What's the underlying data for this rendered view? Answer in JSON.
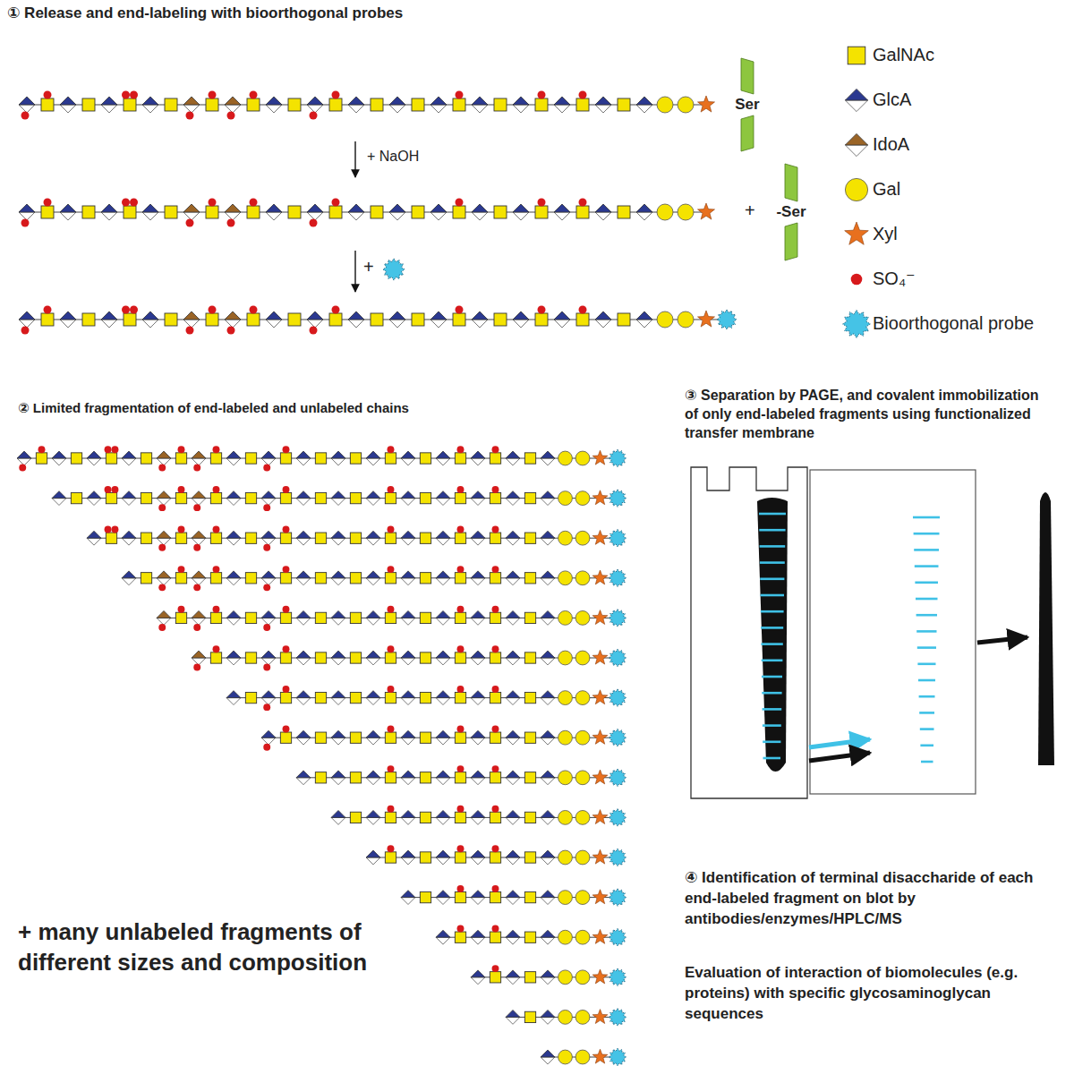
{
  "diagram": {
    "nodes": [
      {
        "text": [
          "Ser"
        ]
      },
      {
        "text": [
          "-Ser"
        ]
      }
    ],
    "labels": [
      "① Release and end-labeling with bioorthogonal probes",
      "+ NaOH",
      "+",
      "+",
      "② Limited fragmentation of end-labeled and unlabeled chains",
      "③ Separation by PAGE, and covalent immobilization of only end-labeled fragments using functionalized transfer membrane",
      "+ many unlabeled fragments of different sizes and composition",
      "④ Identification of terminal disaccharide of each end-labeled fragment on blot by antibodies/enzymes/HPLC/MS",
      "Evaluation of interaction of biomolecules (e.g. proteins) with specific glycosaminoglycan sequences"
    ],
    "legend": [
      {
        "text": "GalNAc"
      },
      {
        "text": "GlcA"
      },
      {
        "text": "IdoA"
      },
      {
        "text": "Gal"
      },
      {
        "text": "Xyl"
      },
      {
        "text": "SO₄⁻"
      },
      {
        "text": "Bioorthogonal probe"
      }
    ]
  }
}
